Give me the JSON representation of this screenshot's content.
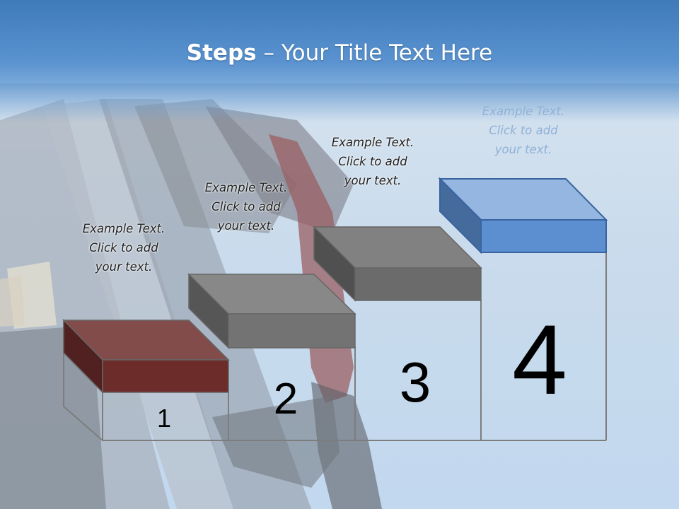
{
  "title": {
    "bold": "Steps",
    "rest": " – Your Title Text Here"
  },
  "steps": [
    {
      "number": "1",
      "color": "#6b2c2a",
      "text": [
        "Example Text.",
        "Click  to add",
        "your text."
      ]
    },
    {
      "number": "2",
      "color": "#737373",
      "text": [
        "Example Text.",
        "Click  to add",
        "your text."
      ]
    },
    {
      "number": "3",
      "color": "#6b6b6b",
      "text": [
        "Example Text.",
        "Click  to add",
        "your text."
      ]
    },
    {
      "number": "4",
      "color": "#5b8fd0",
      "text": [
        "Example Text.",
        "Click  to add",
        "your text."
      ]
    }
  ],
  "colors": {
    "header": "#4a86c5",
    "sky": "#c9dced"
  }
}
